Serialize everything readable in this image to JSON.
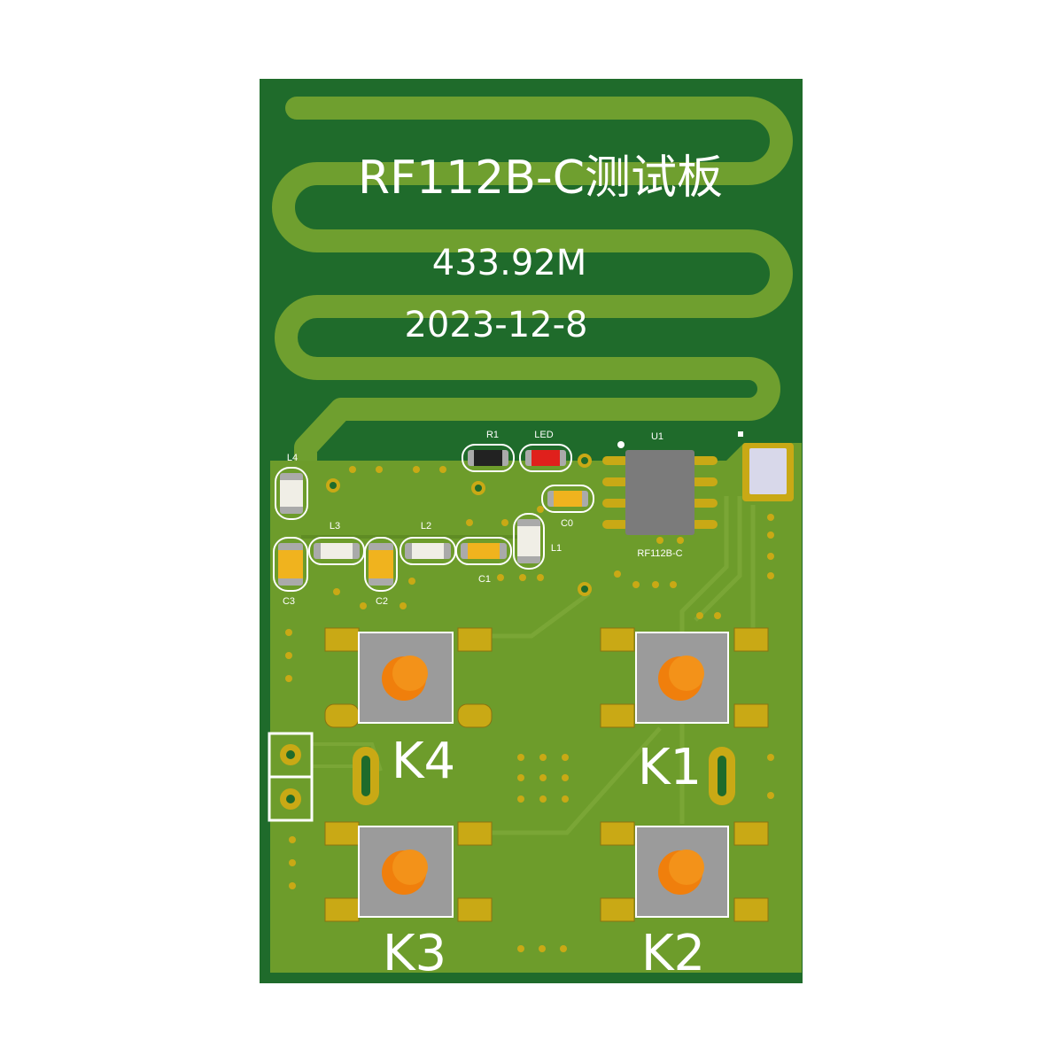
{
  "board": {
    "title": "RF112B-C测试板",
    "frequency": "433.92M",
    "date": "2023-12-8"
  },
  "components": {
    "r1": "R1",
    "led": "LED",
    "u1": "U1",
    "u1_part": "RF112B-C",
    "c0": "C0",
    "c1": "C1",
    "c2": "C2",
    "c3": "C3",
    "l1": "L1",
    "l2": "L2",
    "l3": "L3",
    "l4": "L4"
  },
  "keys": {
    "k1": "K1",
    "k2": "K2",
    "k3": "K3",
    "k4": "K4"
  },
  "colors": {
    "board_dark": "#1e6b2a",
    "copper_pour": "#6a9a28",
    "trace": "#7ea83a",
    "pad_gold": "#c9a915",
    "switch_body": "#9a9a9a",
    "switch_button": "#f07f0c",
    "led_red": "#e0201c",
    "silkscreen": "#ffffff"
  }
}
